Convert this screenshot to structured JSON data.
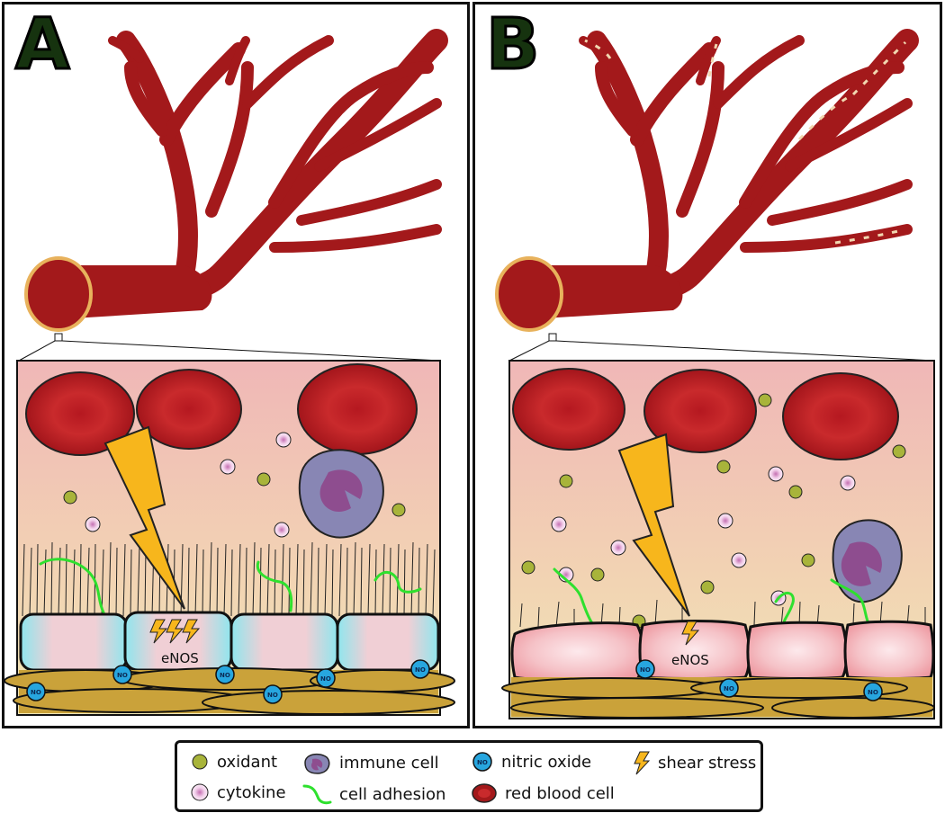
{
  "panels": [
    {
      "letter": "A",
      "cell_label": "eNOS",
      "no_label": "NO"
    },
    {
      "letter": "B",
      "cell_label": "eNOS",
      "no_label": "NO"
    }
  ],
  "legend": {
    "oxidant": "oxidant",
    "immune_cell": "immune cell",
    "nitric_oxide": "nitric oxide",
    "shear_stress": "shear stress",
    "cytokine": "cytokine",
    "cell_adhesion": "cell adhesion",
    "red_blood_cell": "red blood cell",
    "no_icon_label": "NO"
  },
  "colors": {
    "blood": "#a3191b",
    "vessel_rim": "#e8b25c",
    "oxidant": "#a8b43a",
    "cytokine": "#c56fb2",
    "nitric_oxide": "#27a6df",
    "immune_cell": "#8886b4",
    "immune_nucleus": "#8e4d8f",
    "adhesion": "#2ee02e",
    "shear_stress": "#f7b61c",
    "endothelium_healthy": "#8fe6ee",
    "endothelium_damaged": "#f5b3b9",
    "smooth_muscle": "#caa23a"
  }
}
